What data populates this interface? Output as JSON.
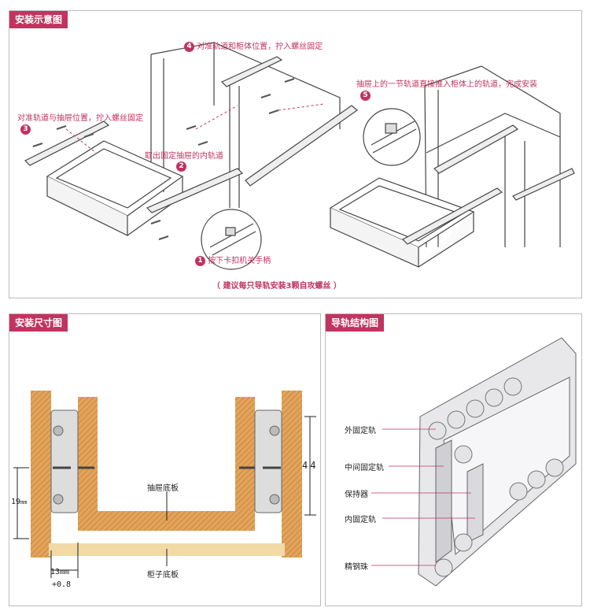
{
  "panel1": {
    "title": "安装示意图",
    "step4": "对准轨道和柜体位置，拧入螺丝固定",
    "step4_num": "4",
    "step3": "对准轨道与抽屉位置，拧入螺丝固定",
    "step3_num": "3",
    "step2": "取出固定抽屉的内轨道",
    "step2_num": "2",
    "step1": "按下卡扣机关手柄",
    "step1_num": "1",
    "step5": "抽屉上的一节轨道直接推入柜体上的轨道，完成安装",
    "step5_num": "5",
    "note": "（ 建议每只导轨安装3颗自攻螺丝 ）"
  },
  "panel2": {
    "title": "安装尺寸图",
    "drawer_bottom": "抽屉底板",
    "cabinet_bottom": "柜子底板",
    "dim_19": "19",
    "dim_19_unit": "mm",
    "dim_13": "13mm",
    "dim_08": "+0.8",
    "dim_44": "44"
  },
  "panel3": {
    "title": "导轨结构图",
    "labels": [
      "外固定轨",
      "中间固定轨",
      "保持器",
      "内固定轨",
      "精钢珠"
    ]
  },
  "colors": {
    "accent": "#c2335f",
    "wood": "#e2a35a",
    "wood_light": "#f2d9a6"
  }
}
